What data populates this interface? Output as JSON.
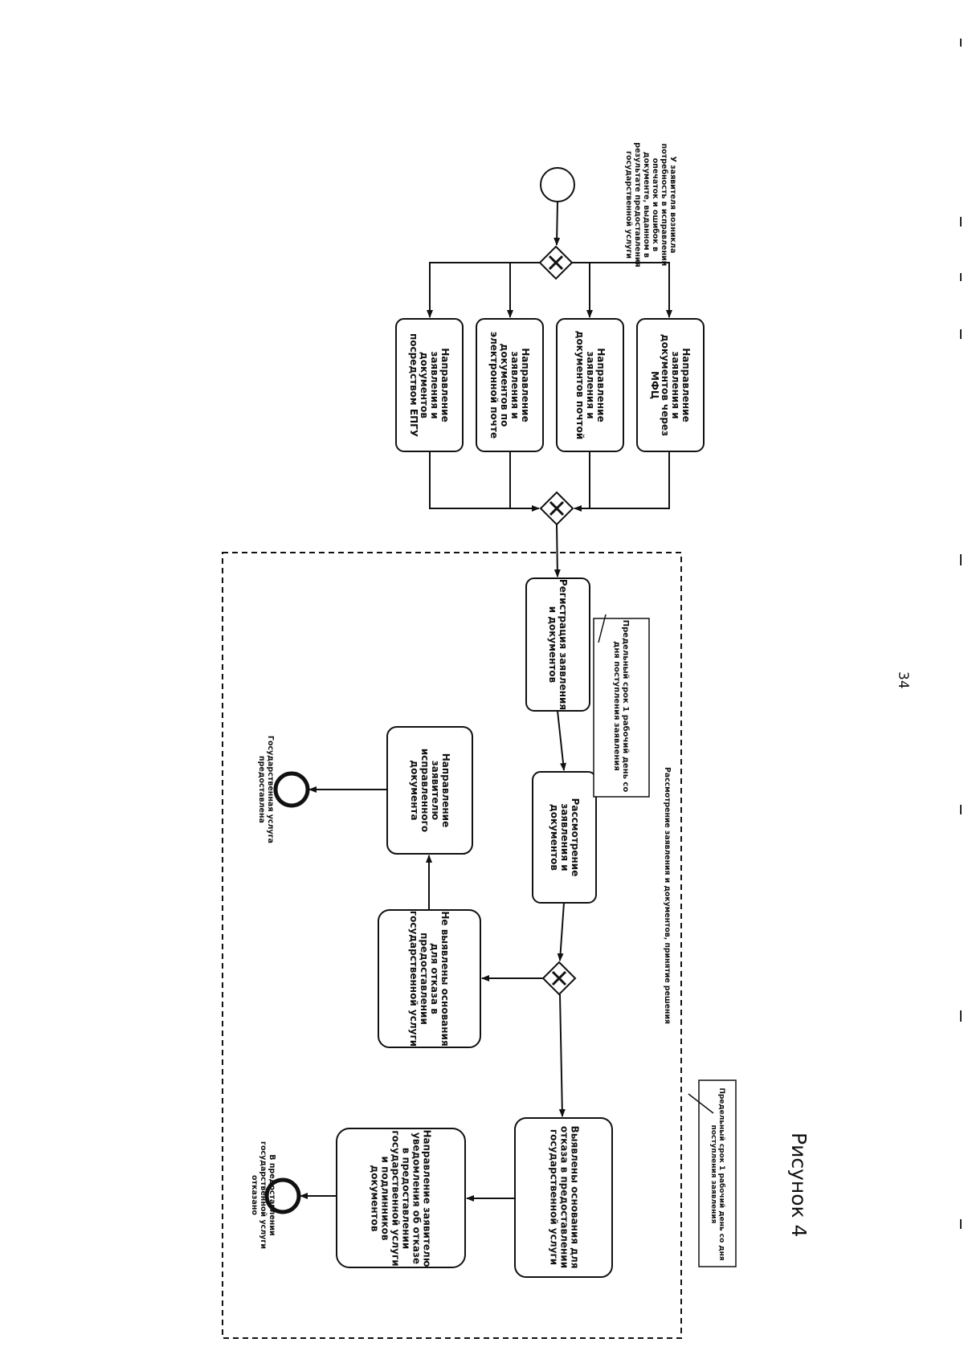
{
  "page_number": "34",
  "figure_caption": "Рисунок 4",
  "swimlane_title": "Рассмотрение заявления и документов, принятие решения",
  "events": {
    "start": "У заявителя возникла потребность в исправлении опечаток и ошибок в документе, выданном в результате предоставления государственной услуги",
    "end_success": "Государственная услуга предоставлена",
    "end_refusal": "В предоставлении государственной услуги отказано"
  },
  "tasks": {
    "via_mfc": "Направление заявления и документов через МФЦ",
    "by_post": "Направление заявления и документов почтой",
    "by_email": "Направление заявления и документов по электронной почте",
    "via_epgu": "Направление заявления и документов посредством ЕПГУ",
    "registration": "Регистрация заявления и документов",
    "review": "Рассмотрение заявления и документов",
    "no_grounds": "Не выявлены основания для отказа в предоставлении государственной услуги",
    "grounds_found": "Выявлены основания для отказа в предоставлении государственной услуги",
    "send_corrected": "Направление заявителю исправленного документа",
    "send_refusal": "Направление заявителю уведомления об отказе в предоставлении государственной услуги и подлинников документов"
  },
  "annotations": {
    "registration_deadline": "Предельный срок 1 рабочий день со дня поступления заявления",
    "decision_deadline": "Предельный срок 1 рабочий день со дня поступления заявления"
  }
}
